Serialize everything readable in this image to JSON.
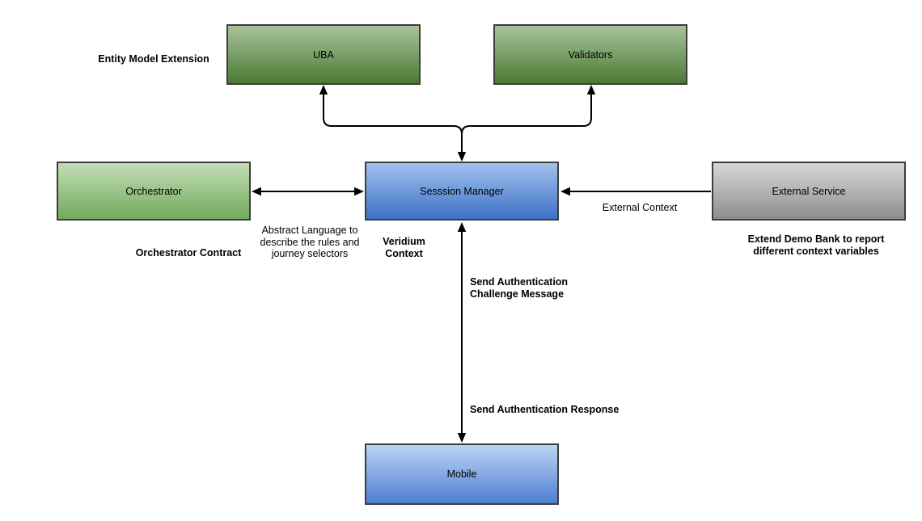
{
  "diagram": {
    "nodes": {
      "uba": {
        "label": "UBA",
        "fill": "green-dark"
      },
      "validators": {
        "label": "Validators",
        "fill": "green-dark"
      },
      "orchestrator": {
        "label": "Orchestrator",
        "fill": "green-light"
      },
      "session_manager": {
        "label": "Sesssion Manager",
        "fill": "blue"
      },
      "external_service": {
        "label": "External Service",
        "fill": "gray"
      },
      "mobile": {
        "label": "Mobile",
        "fill": "blue-light"
      }
    },
    "annotations": {
      "entity_model_extension": "Entity Model Extension",
      "orchestrator_contract": "Orchestrator Contract",
      "abstract_language": "Abstract Language to describe the rules and journey selectors",
      "veridium_context": "Veridium Context",
      "external_context": "External Context",
      "extend_demo_bank": "Extend Demo Bank to report different context variables",
      "send_auth_challenge": "Send Authentication Challenge Message",
      "send_auth_response": "Send Authentication Response"
    },
    "edges": [
      {
        "from": "session_manager",
        "to": "uba",
        "arrow": "to"
      },
      {
        "from": "session_manager",
        "to": "validators",
        "arrow": "to"
      },
      {
        "from": "session_manager",
        "to": "session_manager_top",
        "arrow": "merge-down"
      },
      {
        "from": "orchestrator",
        "to": "session_manager",
        "arrow": "both"
      },
      {
        "from": "external_service",
        "to": "session_manager",
        "arrow": "to",
        "label": "External Context"
      },
      {
        "from": "session_manager",
        "to": "mobile",
        "arrow": "both"
      }
    ]
  },
  "colors": {
    "uba_gradient_top": "#a9c39d",
    "uba_gradient_bottom": "#4b7a33",
    "orchestrator_gradient_top": "#c3deb9",
    "orchestrator_gradient_bottom": "#72aa5a",
    "blue_gradient_top": "#a3c2ee",
    "blue_gradient_bottom": "#3d71c6",
    "mobile_gradient_top": "#bcd4f4",
    "mobile_gradient_bottom": "#4d7fd0",
    "gray_gradient_top": "#d7d7d7",
    "gray_gradient_bottom": "#8e8e8e",
    "border_color": "#3d3d3d",
    "connector_color": "#000000"
  }
}
